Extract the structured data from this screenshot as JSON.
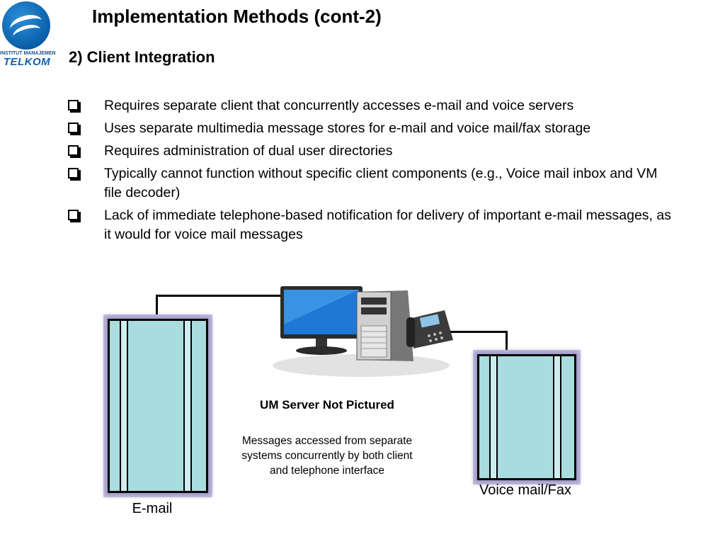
{
  "logo": {
    "line1": "INSTITUT MANAJEMEN",
    "line2": "TELKOM"
  },
  "title": "Implementation Methods (cont-2)",
  "subtitle": "2) Client Integration",
  "bullets": [
    " Requires separate client that concurrently accesses e-mail and voice servers",
    "Uses separate multimedia message stores for e-mail and voice mail/fax storage",
    "Requires administration of dual user directories",
    "Typically cannot function without specific client components (e.g., Voice mail inbox and VM file decoder)",
    " Lack of immediate telephone-based notification for delivery of important e-mail messages, as it would for voice mail messages"
  ],
  "diagram": {
    "caption_bold": "UM Server Not Pictured",
    "caption_text": "Messages accessed from separate systems concurrently by both client and telephone interface",
    "label_email": "E-mail",
    "label_voicemail": "Voice mail/Fax"
  },
  "colors": {
    "logo_blue": "#0a5ea8",
    "server_fill": "#a9dcdf",
    "server_glow": "#9d98c4"
  }
}
